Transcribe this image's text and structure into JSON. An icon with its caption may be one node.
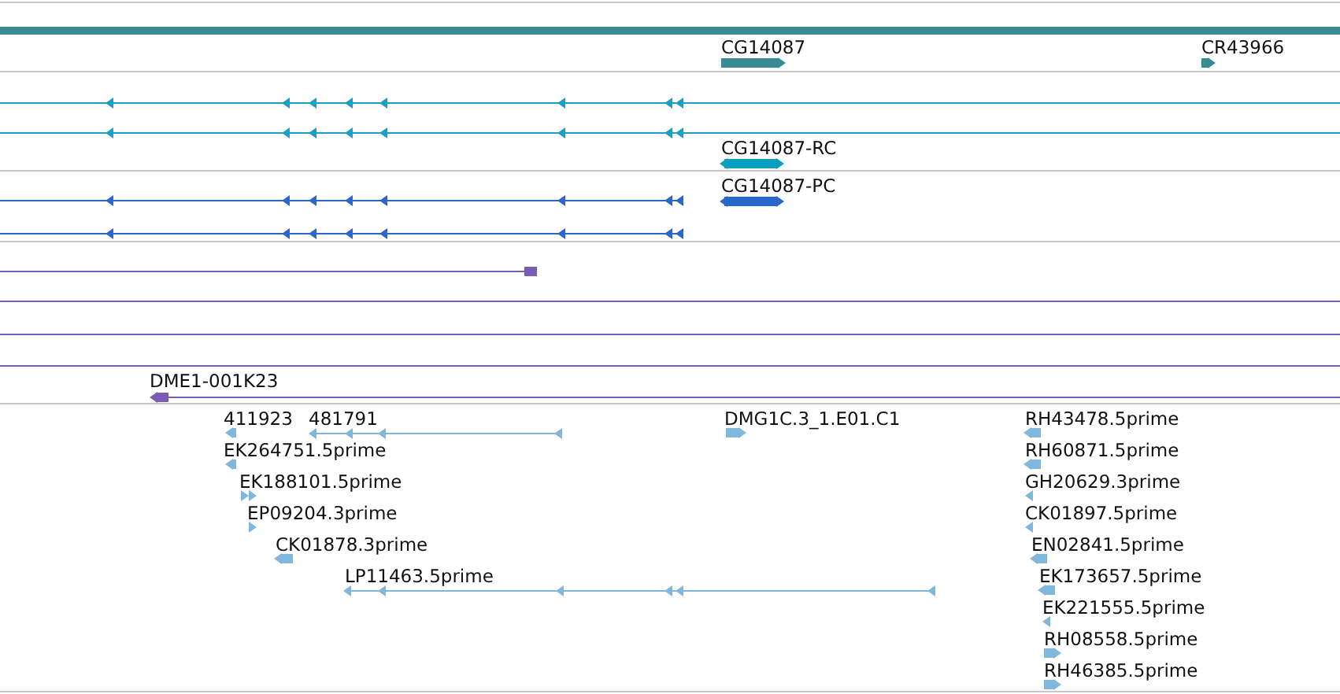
{
  "diagram": {
    "labels": [
      "CG14087",
      "CR43966",
      "CG14087-RC",
      "CG14087-PC",
      "DME1-001K23",
      "411923",
      "481791",
      "DMG1C.3_1.E01.C1",
      "RH43478.5prime",
      "EK264751.5prime",
      "RH60871.5prime",
      "EK188101.5prime",
      "GH20629.3prime",
      "EP09204.3prime",
      "CK01897.5prime",
      "CK01878.3prime",
      "EN02841.5prime",
      "LP11463.5prime",
      "EK173657.5prime",
      "EK221555.5prime",
      "RH08558.5prime",
      "RH46385.5prime"
    ]
  }
}
